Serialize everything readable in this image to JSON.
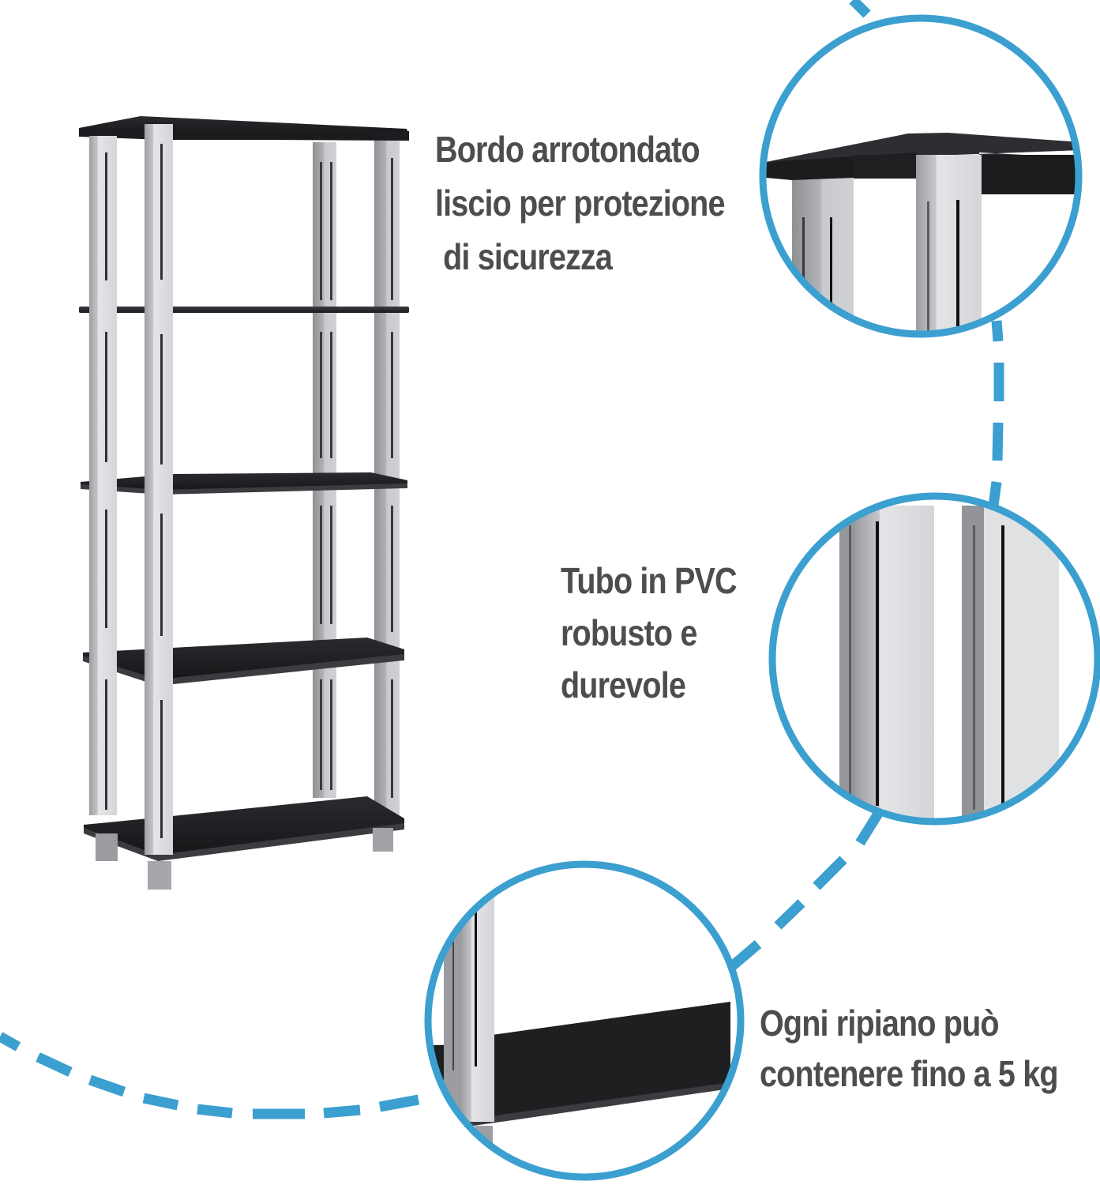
{
  "product": {
    "name": "5-tier shelving unit",
    "shelf_count": 5,
    "colors": {
      "shelf": "#1e1f21",
      "post": "#d9dadc",
      "post_shadow": "#8d8f93",
      "accent": "#3b9fd0",
      "caption_text": "#4d4d4d",
      "background": "#ffffff"
    }
  },
  "callouts": [
    {
      "id": "rounded-edge",
      "lines": [
        "Bordo arrotondato",
        "liscio per protezione",
        " di sicurezza"
      ],
      "detail_icon": "shelf-corner-detail"
    },
    {
      "id": "pvc-tube",
      "lines": [
        "Tubo in PVC",
        "robusto e",
        "durevole"
      ],
      "detail_icon": "pvc-post-detail"
    },
    {
      "id": "shelf-capacity",
      "lines": [
        "Ogni ripiano può",
        "contenere fino a 5 kg"
      ],
      "detail_icon": "shelf-edge-detail"
    }
  ]
}
